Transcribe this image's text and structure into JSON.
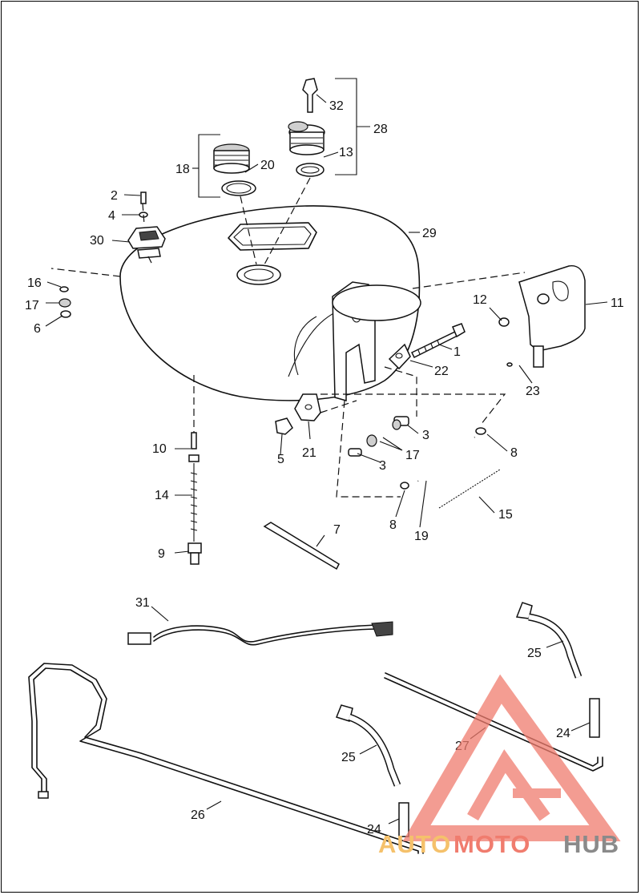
{
  "diagram": {
    "callouts": [
      "1",
      "2",
      "3",
      "3",
      "4",
      "5",
      "6",
      "7",
      "8",
      "8",
      "9",
      "10",
      "11",
      "12",
      "13",
      "14",
      "15",
      "16",
      "17",
      "17",
      "18",
      "19",
      "20",
      "21",
      "22",
      "23",
      "24",
      "24",
      "25",
      "25",
      "26",
      "27",
      "28",
      "29",
      "30",
      "31",
      "32"
    ]
  },
  "watermark": {
    "text_auto": "AUTO",
    "text_moto": "MOTO",
    "text_hub": "HUB",
    "color_auto": "#f5c16b",
    "color_moto": "#f07c6e",
    "color_hub": "#8a8a8a",
    "logo_color": "#f07c6e"
  }
}
